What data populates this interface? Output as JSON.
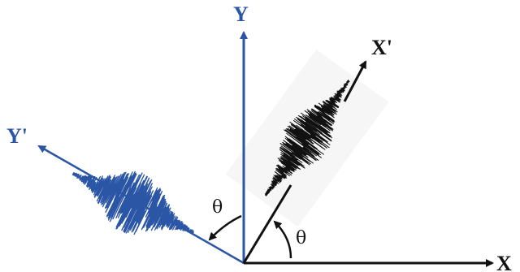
{
  "labels": {
    "x": "X",
    "y": "Y",
    "x_prime": "X'",
    "y_prime": "Y'",
    "theta_1": "θ",
    "theta_2": "θ"
  },
  "colors": {
    "blue": "#2b56a6",
    "black": "#111111"
  }
}
